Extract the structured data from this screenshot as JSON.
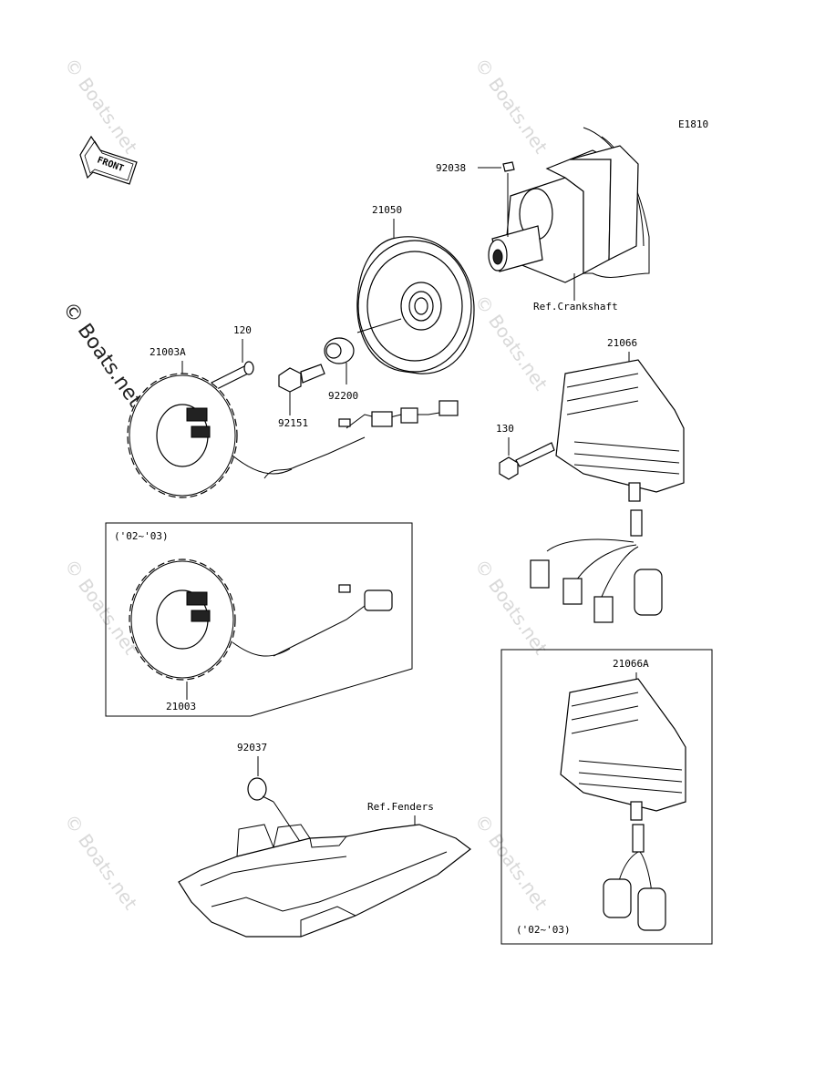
{
  "diagram_code": "E1810",
  "front_arrow_label": "FRONT",
  "watermark_text": "© Boats.net",
  "parts": {
    "p92038": "92038",
    "p21050": "21050",
    "p120": "120",
    "p21003A": "21003A",
    "p92200": "92200",
    "p92151": "92151",
    "p21066": "21066",
    "p130": "130",
    "p21003": "21003",
    "p92037": "92037",
    "p21066A": "21066A"
  },
  "refs": {
    "crankshaft": "Ref.Crankshaft",
    "fenders": "Ref.Fenders"
  },
  "notes": {
    "stator_years": "('02~'03)",
    "regulator_years": "('02~'03)"
  }
}
